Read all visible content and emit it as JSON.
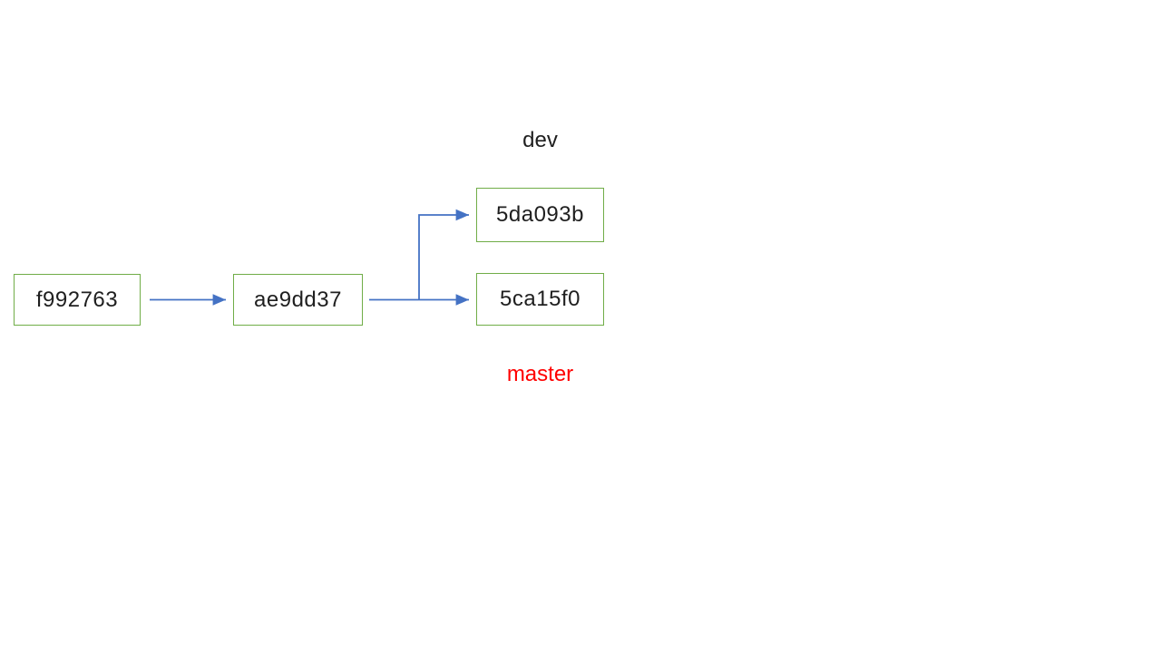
{
  "colors": {
    "background": "#ffffff",
    "node-border": "#70ad47",
    "node-text": "#1f1f1f",
    "arrow": "#4472c4",
    "dev-label": "#1f1f1f",
    "master-label": "#ff0000"
  },
  "diagram": {
    "type": "git-commit-graph",
    "nodes": [
      {
        "label": "f992763"
      },
      {
        "label": "ae9dd37"
      },
      {
        "label": "5da093b"
      },
      {
        "label": "5ca15f0"
      }
    ],
    "branch_labels": {
      "dev": "dev",
      "master": "master"
    },
    "edges": [
      {
        "from": "f992763",
        "to": "ae9dd37",
        "style": "straight-arrow"
      },
      {
        "from": "ae9dd37",
        "to": "5ca15f0",
        "style": "straight-arrow"
      },
      {
        "from": "ae9dd37",
        "to": "5da093b",
        "style": "elbow-arrow"
      }
    ]
  }
}
